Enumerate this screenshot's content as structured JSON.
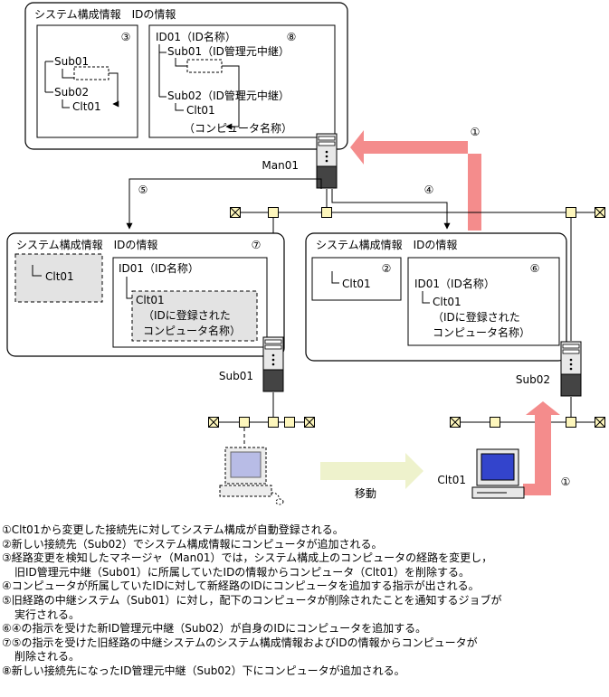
{
  "top_panel": {
    "title": "システム構成情報　IDの情報",
    "left_box": {
      "number": "③",
      "tree": [
        "Sub01",
        "Sub02",
        "Clt01"
      ]
    },
    "right_box": {
      "number": "⑧",
      "root": "ID01（ID名称）",
      "items": [
        "Sub01（ID管理元中継）",
        "Sub02（ID管理元中継）",
        "Clt01",
        "（コンピュータ名称）"
      ]
    }
  },
  "left_panel": {
    "title": "システム構成情報　IDの情報",
    "number": "⑦",
    "sys_item": "Clt01",
    "id_root": "ID01（ID名称）",
    "id_item": "Clt01",
    "id_note": [
      "（IDに登録された",
      "コンピュータ名称）"
    ]
  },
  "right_panel": {
    "title": "システム構成情報　IDの情報",
    "left_number": "②",
    "sys_item": "Clt01",
    "right_number": "⑥",
    "id_root": "ID01（ID名称）",
    "id_item": "Clt01",
    "id_note": [
      "（IDに登録された",
      "コンピュータ名称）"
    ]
  },
  "nodes": {
    "man": "Man01",
    "sub1": "Sub01",
    "sub2": "Sub02",
    "client": "Clt01"
  },
  "markers": {
    "m1": "①",
    "m1b": "①",
    "m5": "⑤",
    "m4": "④"
  },
  "move_label": "移動",
  "legend": [
    "①Clt01から変更した接続先に対してシステム構成が自動登録される。",
    "②新しい接続先（Sub02）でシステム構成情報にコンピュータが追加される。",
    "③経路変更を検知したマネージャ（Man01）では，システム構成上のコンピュータの経路を変更し，",
    "旧ID管理元中継（Sub01）に所属していたIDの情報からコンピュータ（Clt01）を削除する。",
    "④コンピュータが所属していたIDに対して新経路のIDにコンピュータを追加する指示が出される。",
    "⑤旧経路の中継システム（Sub01）に対し，配下のコンピュータが削除されたことを通知するジョブが",
    "実行される。",
    "⑥④の指示を受けた新ID管理元中継（Sub02）が自身のIDにコンピュータを追加する。",
    "⑦⑤の指示を受けた旧経路の中継システムのシステム構成情報およびIDの情報からコンピュータが",
    "削除される。",
    "⑧新しい接続先になったID管理元中継（Sub02）下にコンピュータが追加される。"
  ],
  "colors": {
    "pink_arrow": "#f48c8c",
    "move_arrow": "#eef2cc",
    "hub": "#fdf6bc",
    "dashed_fill": "#e3e3e3",
    "screen": "#3344cc"
  }
}
